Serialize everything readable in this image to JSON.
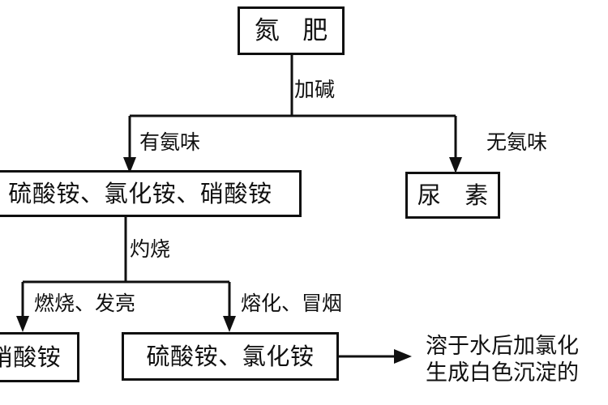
{
  "diagram": {
    "title_node": "氮 肥",
    "type": "flowchart",
    "orientation": "top-down",
    "nodes": [
      {
        "id": "fertilizer",
        "label": "氮 肥"
      },
      {
        "id": "ammonium_group",
        "label": "硫酸铵、氯化铵、硝酸铵"
      },
      {
        "id": "urea",
        "label": "尿 素"
      },
      {
        "id": "nitrate",
        "label": "硝酸铵"
      },
      {
        "id": "sulfate_chloride",
        "label": "硫酸铵、氯化铵"
      }
    ],
    "edge_labels": {
      "add_alkali": "加碱",
      "has_ammonia_smell": "有氨味",
      "no_ammonia_smell": "无氨味",
      "ignite": "灼烧",
      "burn_bright": "燃烧、发亮",
      "melt_smoke": "熔化、冒烟"
    },
    "note": {
      "line1": "溶于水后加氯化",
      "line2": "生成白色沉淀的"
    },
    "colors": {
      "ink": "#101010",
      "background": "#ffffff"
    }
  }
}
